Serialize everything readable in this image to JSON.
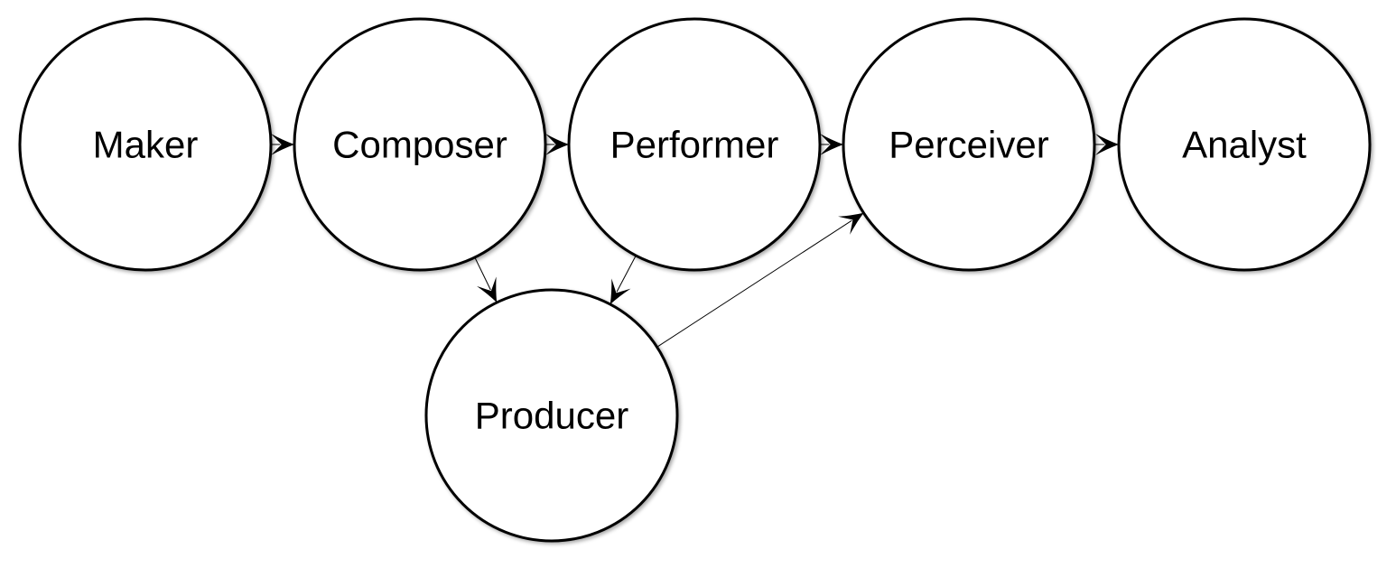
{
  "nodes": [
    {
      "id": "maker",
      "label": "Maker"
    },
    {
      "id": "composer",
      "label": "Composer"
    },
    {
      "id": "performer",
      "label": "Performer"
    },
    {
      "id": "perceiver",
      "label": "Perceiver"
    },
    {
      "id": "analyst",
      "label": "Analyst"
    },
    {
      "id": "producer",
      "label": "Producer"
    }
  ],
  "edges": [
    {
      "from": "maker",
      "to": "composer"
    },
    {
      "from": "composer",
      "to": "performer"
    },
    {
      "from": "performer",
      "to": "perceiver"
    },
    {
      "from": "perceiver",
      "to": "analyst"
    },
    {
      "from": "composer",
      "to": "producer"
    },
    {
      "from": "performer",
      "to": "producer"
    },
    {
      "from": "producer",
      "to": "perceiver"
    }
  ],
  "colors": {
    "node_fill": "#ffffff",
    "stroke": "#000000",
    "text": "#000000"
  }
}
